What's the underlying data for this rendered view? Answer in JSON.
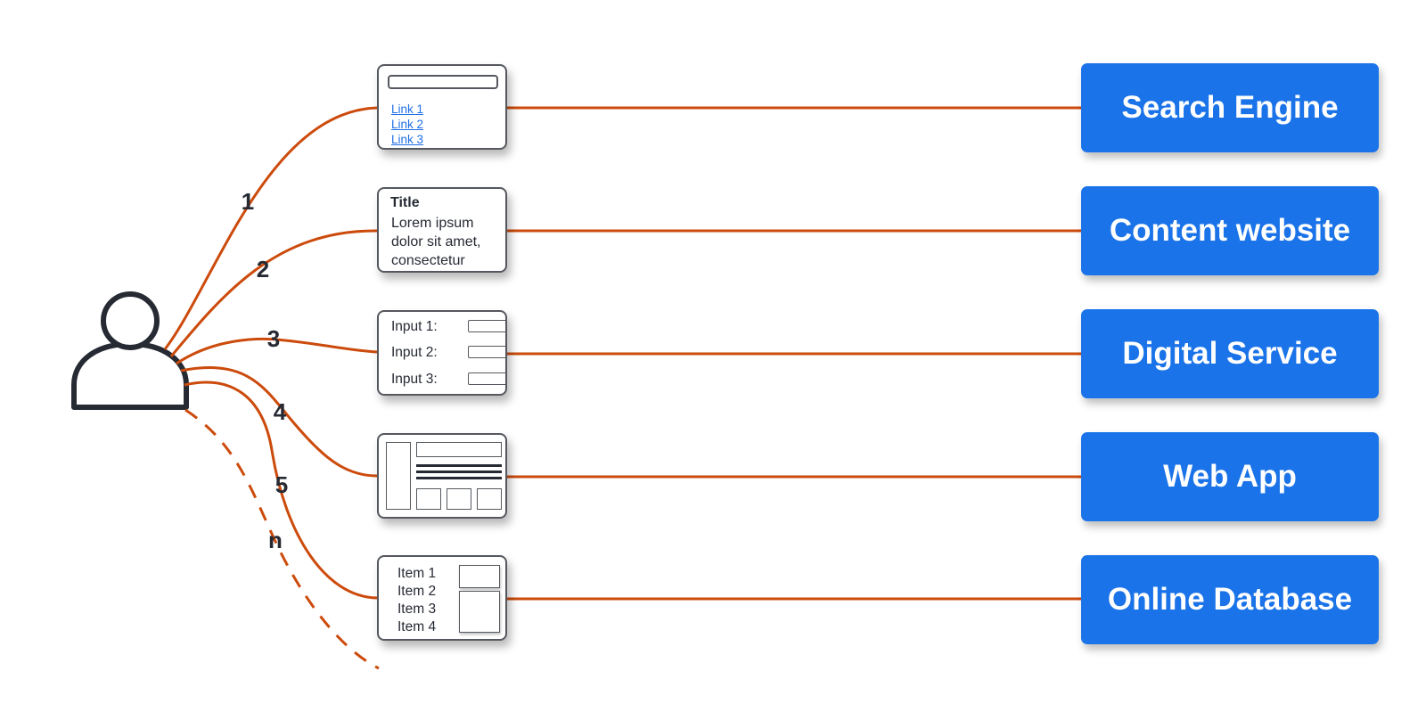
{
  "colors": {
    "connector": "#cc4b0c",
    "system_box": "#1a73e8",
    "outline": "#262a33"
  },
  "user": {
    "icon": "user-icon"
  },
  "connections": [
    "1",
    "2",
    "3",
    "4",
    "5",
    "n"
  ],
  "cards": {
    "search_results": {
      "links": [
        "Link 1",
        "Link 2",
        "Link 3"
      ]
    },
    "content_page": {
      "title": "Title",
      "body": "Lorem ipsum dolor sit amet, consectetur"
    },
    "form": {
      "inputs": [
        "Input 1:",
        "Input 2:",
        "Input 3:"
      ]
    },
    "app_layout": {},
    "list": {
      "items": [
        "Item 1",
        "Item 2",
        "Item 3",
        "Item 4"
      ]
    }
  },
  "systems": [
    "Search Engine",
    "Content website",
    "Digital Service",
    "Web App",
    "Online Database"
  ]
}
